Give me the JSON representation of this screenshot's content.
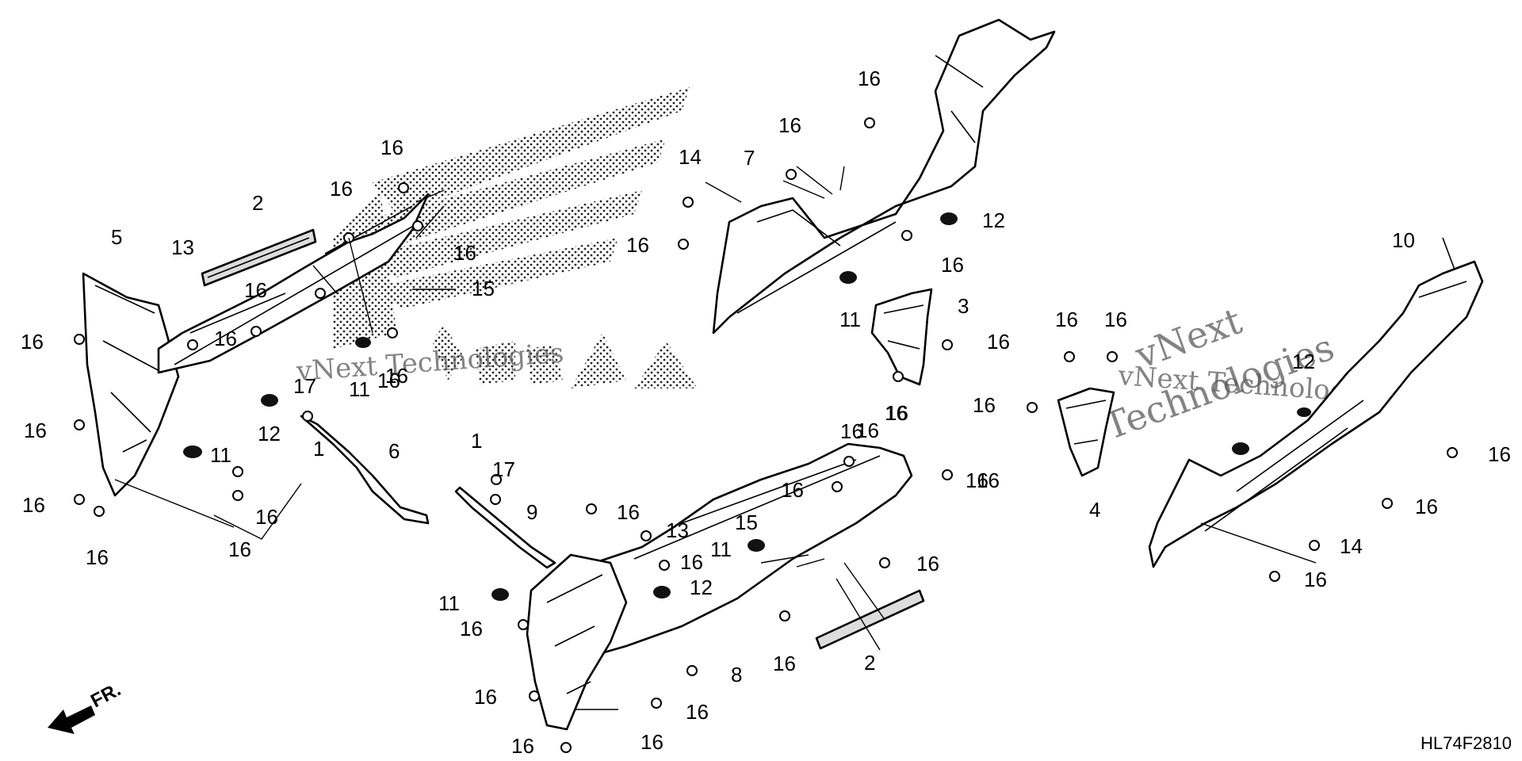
{
  "diagram": {
    "code": "HL74F2810",
    "front_indicator": "FR.",
    "watermarks": [
      "vNext Technologies",
      "vNext Technologies",
      "vNext",
      "Technologies"
    ],
    "callouts": [
      {
        "id": "c1",
        "text": "1"
      },
      {
        "id": "c2",
        "text": "1"
      },
      {
        "id": "c3",
        "text": "2"
      },
      {
        "id": "c4",
        "text": "2"
      },
      {
        "id": "c5",
        "text": "3"
      },
      {
        "id": "c6",
        "text": "4"
      },
      {
        "id": "c7",
        "text": "5"
      },
      {
        "id": "c8",
        "text": "6"
      },
      {
        "id": "c9",
        "text": "7"
      },
      {
        "id": "c10",
        "text": "8"
      },
      {
        "id": "c11",
        "text": "9"
      },
      {
        "id": "c12",
        "text": "10"
      },
      {
        "id": "c13",
        "text": "11"
      },
      {
        "id": "c14",
        "text": "11"
      },
      {
        "id": "c15",
        "text": "11"
      },
      {
        "id": "c16",
        "text": "11"
      },
      {
        "id": "c17",
        "text": "11"
      },
      {
        "id": "c18",
        "text": "12"
      },
      {
        "id": "c19",
        "text": "12"
      },
      {
        "id": "c20",
        "text": "12"
      },
      {
        "id": "c21",
        "text": "12"
      },
      {
        "id": "c22",
        "text": "13"
      },
      {
        "id": "c23",
        "text": "13"
      },
      {
        "id": "c24",
        "text": "14"
      },
      {
        "id": "c25",
        "text": "14"
      },
      {
        "id": "c26",
        "text": "15"
      },
      {
        "id": "c27",
        "text": "15"
      },
      {
        "id": "c28",
        "text": "17"
      },
      {
        "id": "c29",
        "text": "17"
      },
      {
        "id": "c30",
        "text": "16"
      },
      {
        "id": "c31",
        "text": "16"
      },
      {
        "id": "c32",
        "text": "16"
      },
      {
        "id": "c33",
        "text": "16"
      },
      {
        "id": "c34",
        "text": "16"
      },
      {
        "id": "c35",
        "text": "16"
      },
      {
        "id": "c36",
        "text": "16"
      },
      {
        "id": "c37",
        "text": "16"
      },
      {
        "id": "c38",
        "text": "16"
      },
      {
        "id": "c39",
        "text": "16"
      },
      {
        "id": "c40",
        "text": "16"
      },
      {
        "id": "c41",
        "text": "16"
      },
      {
        "id": "c42",
        "text": "16"
      },
      {
        "id": "c43",
        "text": "16"
      },
      {
        "id": "c44",
        "text": "16"
      },
      {
        "id": "c45",
        "text": "16"
      },
      {
        "id": "c46",
        "text": "16"
      },
      {
        "id": "c47",
        "text": "16"
      },
      {
        "id": "c48",
        "text": "16"
      },
      {
        "id": "c49",
        "text": "16"
      },
      {
        "id": "c50",
        "text": "16"
      },
      {
        "id": "c51",
        "text": "16"
      },
      {
        "id": "c52",
        "text": "16"
      },
      {
        "id": "c53",
        "text": "16"
      },
      {
        "id": "c54",
        "text": "16"
      },
      {
        "id": "c55",
        "text": "16"
      },
      {
        "id": "c56",
        "text": "16"
      },
      {
        "id": "c57",
        "text": "16"
      },
      {
        "id": "c58",
        "text": "16"
      },
      {
        "id": "c59",
        "text": "16"
      },
      {
        "id": "c60",
        "text": "16"
      },
      {
        "id": "c61",
        "text": "16"
      },
      {
        "id": "c62",
        "text": "16"
      },
      {
        "id": "c63",
        "text": "16"
      },
      {
        "id": "c64",
        "text": "16"
      },
      {
        "id": "c65",
        "text": "16"
      },
      {
        "id": "c66",
        "text": "16"
      },
      {
        "id": "c67",
        "text": "16"
      },
      {
        "id": "c68",
        "text": "16"
      },
      {
        "id": "c69",
        "text": "16"
      }
    ]
  }
}
